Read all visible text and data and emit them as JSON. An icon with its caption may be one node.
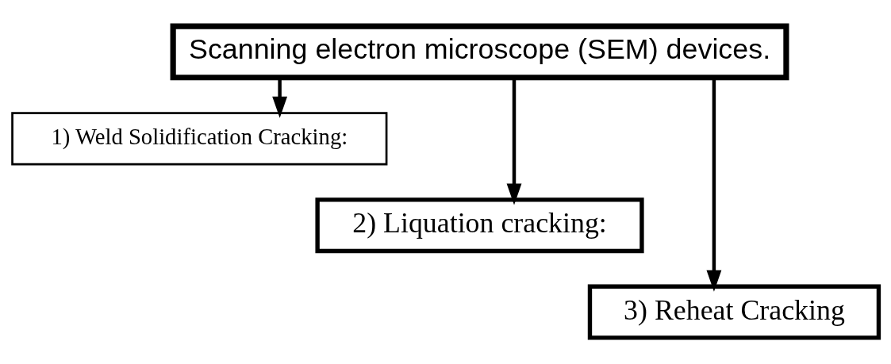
{
  "diagram": {
    "nodes": [
      {
        "text": [
          "Scanning electron microscope (SEM) devices."
        ]
      },
      {
        "text": [
          "1) Weld Solidification Cracking:"
        ]
      },
      {
        "text": [
          "2) Liquation cracking:"
        ]
      },
      {
        "text": [
          "3) Reheat Cracking"
        ]
      }
    ],
    "edges": [
      {
        "from": 0,
        "to": 1,
        "arrow": "to"
      },
      {
        "from": 0,
        "to": 2,
        "arrow": "to"
      },
      {
        "from": 0,
        "to": 3,
        "arrow": "to"
      }
    ]
  }
}
